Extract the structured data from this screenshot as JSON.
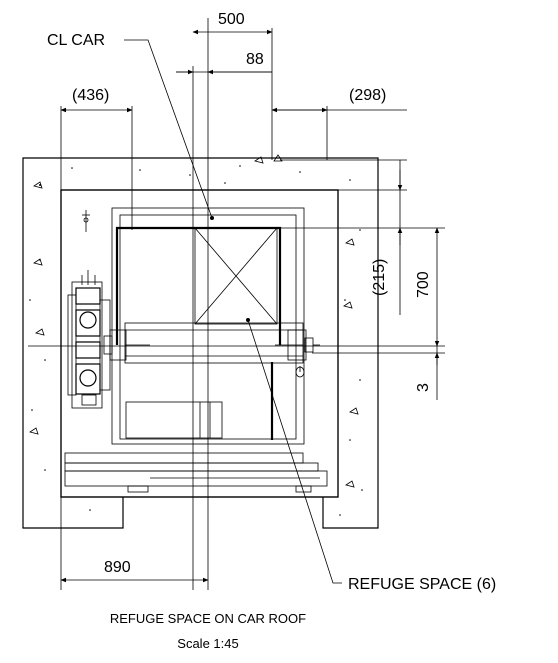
{
  "dimensions": {
    "top_width": "500",
    "offset_88": "88",
    "left_436": "(436)",
    "right_298": "(298)",
    "vertical_215": "(215)",
    "vertical_700": "700",
    "vertical_3": "3",
    "bottom_890": "890"
  },
  "labels": {
    "cl_car": "CL CAR",
    "refuge_space": "REFUGE SPACE (6)"
  },
  "caption": {
    "title": "REFUGE SPACE ON CAR ROOF",
    "scale": "Scale 1:45"
  }
}
